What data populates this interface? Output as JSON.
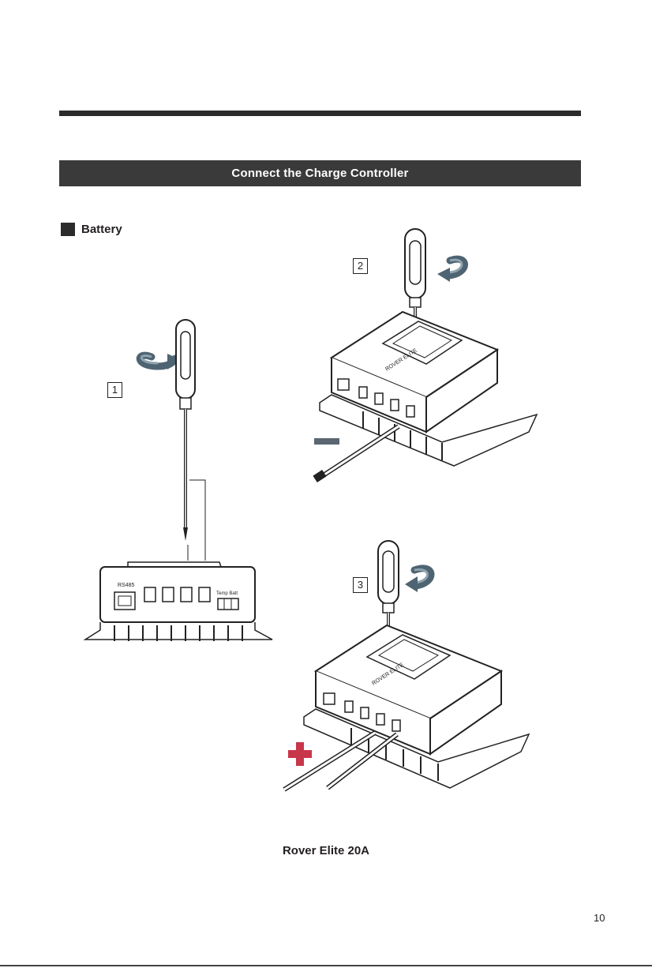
{
  "section_title": "Connect the Charge Controller",
  "subsection": {
    "label": "Battery"
  },
  "steps": [
    {
      "number": "1"
    },
    {
      "number": "2"
    },
    {
      "number": "3"
    }
  ],
  "controller": {
    "brand_label": "ROVER ELITE",
    "port_label": "RS485",
    "temp_batt_label": "Temp Batt"
  },
  "caption": "Rover Elite 20A",
  "page_number": "10",
  "colors": {
    "banner": "#3a3a3a",
    "arrow": "#6a7f8c",
    "minus_bar": "#5a6670",
    "plus_sign": "#c8364a"
  }
}
